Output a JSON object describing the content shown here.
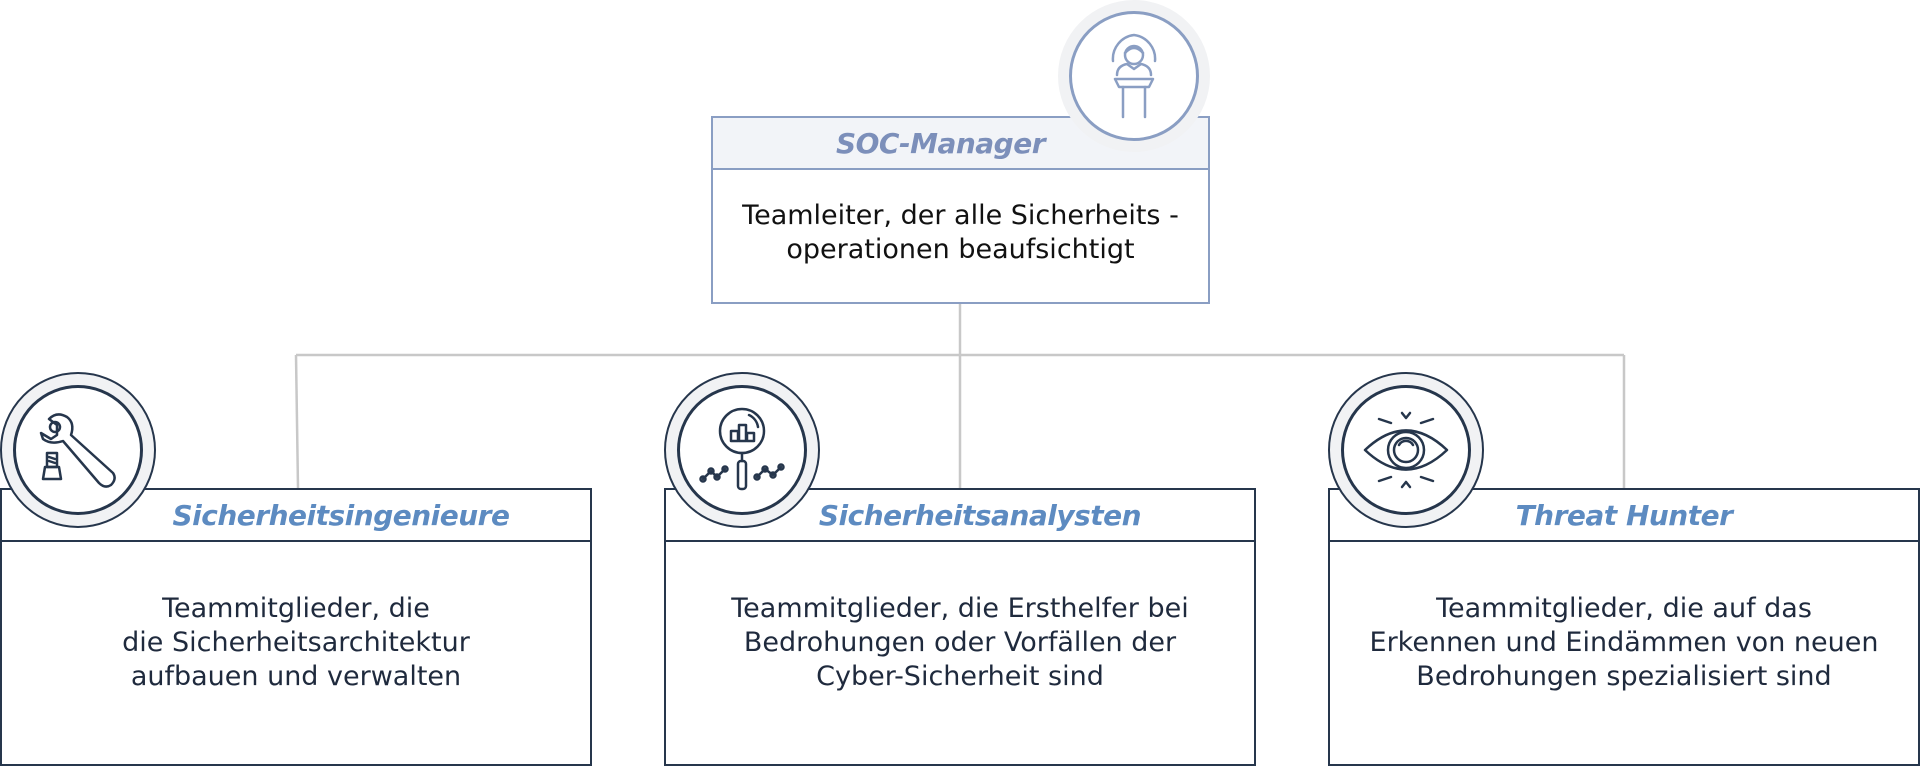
{
  "manager": {
    "title": "SOC-Manager",
    "description": "Teamleiter, der alle Sicherheits  -\noperationen beaufsichtigt",
    "icon": "presenter-podium-icon"
  },
  "teams": [
    {
      "title": "Sicherheitsingenieure",
      "description": "Teammitglieder, die\ndie Sicherheitsarchitektur\naufbauen und verwalten",
      "icon": "wrench-tools-icon"
    },
    {
      "title": "Sicherheitsanalysten",
      "description": "Teammitglieder, die Ersthelfer bei\nBedrohungen oder Vorfällen der\nCyber-Sicherheit sind",
      "icon": "magnifier-analytics-icon"
    },
    {
      "title": "Threat Hunter",
      "description": "Teammitglieder, die auf das\nErkennen und Eindämmen von neuen\nBedrohungen spezialisiert sind",
      "icon": "eye-icon"
    }
  ],
  "colors": {
    "manager_accent": "#8a9ec3",
    "team_border": "#26364c",
    "team_title": "#5d8bc1",
    "connector": "#c8c8c8"
  }
}
